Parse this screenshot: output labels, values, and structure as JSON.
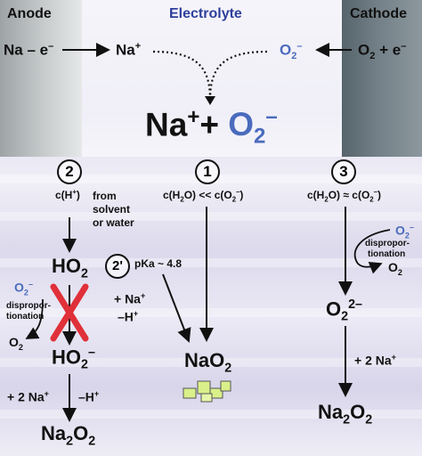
{
  "header": {
    "anode": "Anode",
    "electrolyte": "Electrolyte",
    "cathode": "Cathode",
    "anode_reaction": "Na – e",
    "anode_product": "Na",
    "cathode_reaction": "O",
    "cathode_product": "O"
  },
  "center": {
    "na": "Na",
    "plus": "+",
    "o2": "O"
  },
  "path1": {
    "num": "1",
    "condition_a": "c(H",
    "condition_b": "O) << c(O",
    "product": "NaO"
  },
  "path2": {
    "num": "2",
    "cond": "c(H",
    "from": "from",
    "solvent": "solvent",
    "water": "or water",
    "ho2": "HO",
    "o2minus": "O",
    "dispro1": "dispropor-",
    "dispro2": "tionation",
    "o2": "O",
    "ho2minus": "HO",
    "add_na": "+ 2 Na",
    "minus_h": "–H",
    "product": "Na"
  },
  "path2p": {
    "num": "2'",
    "pka": "pKa ~ 4.8",
    "add_na": "+ Na",
    "minus_h": "–H"
  },
  "path3": {
    "num": "3",
    "condition_a": "c(H",
    "condition_b": "O) ≈ c(O",
    "o2minus": "O",
    "dispro1": "dispropor-",
    "dispro2": "tionation",
    "o2": "O",
    "peroxide": "O",
    "add_na": "+ 2 Na",
    "product": "Na"
  },
  "colors": {
    "cross": "#e0303a",
    "superoxide_blue": "#4a6bbd",
    "crystal": "#d9f08a"
  }
}
